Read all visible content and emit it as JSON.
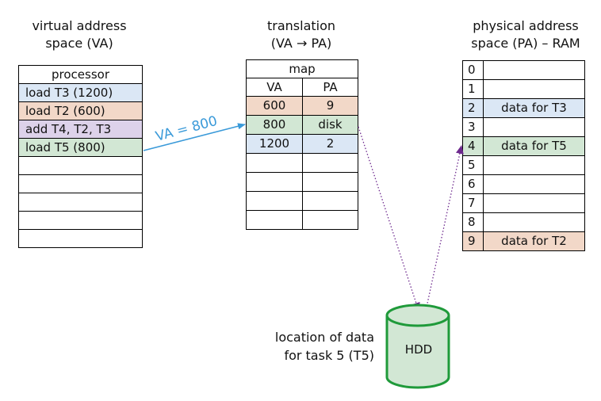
{
  "va": {
    "title_line1": "virtual address",
    "title_line2": "space (VA)",
    "header": "processor",
    "rows": [
      {
        "label": "load T3 (1200)",
        "color": "#dbe7f5"
      },
      {
        "label": "load T2 (600)",
        "color": "#f2d8c8"
      },
      {
        "label": "add T4, T2, T3",
        "color": "#ddd2ea"
      },
      {
        "label": "load T5 (800)",
        "color": "#d2e7d4"
      },
      {
        "label": "",
        "color": "#ffffff"
      },
      {
        "label": "",
        "color": "#ffffff"
      },
      {
        "label": "",
        "color": "#ffffff"
      },
      {
        "label": "",
        "color": "#ffffff"
      },
      {
        "label": "",
        "color": "#ffffff"
      }
    ]
  },
  "translation": {
    "title_line1": "translation",
    "title_line2": "(VA → PA)",
    "header": "map",
    "col_va": "VA",
    "col_pa": "PA",
    "rows": [
      {
        "va": "600",
        "pa": "9",
        "color": "#f2d8c8"
      },
      {
        "va": "800",
        "pa": "disk",
        "color": "#d2e7d4"
      },
      {
        "va": "1200",
        "pa": "2",
        "color": "#dbe7f5"
      },
      {
        "va": "",
        "pa": "",
        "color": "#ffffff"
      },
      {
        "va": "",
        "pa": "",
        "color": "#ffffff"
      },
      {
        "va": "",
        "pa": "",
        "color": "#ffffff"
      },
      {
        "va": "",
        "pa": "",
        "color": "#ffffff"
      }
    ]
  },
  "arrow_label": "VA = 800",
  "pa": {
    "title_line1": "physical address",
    "title_line2": "space (PA) – RAM",
    "rows": [
      {
        "addr": "0",
        "content": "",
        "color": "#ffffff"
      },
      {
        "addr": "1",
        "content": "",
        "color": "#ffffff"
      },
      {
        "addr": "2",
        "content": "data for T3",
        "color": "#dbe7f5"
      },
      {
        "addr": "3",
        "content": "",
        "color": "#ffffff"
      },
      {
        "addr": "4",
        "content": "data for T5",
        "color": "#d2e7d4"
      },
      {
        "addr": "5",
        "content": "",
        "color": "#ffffff"
      },
      {
        "addr": "6",
        "content": "",
        "color": "#ffffff"
      },
      {
        "addr": "7",
        "content": "",
        "color": "#ffffff"
      },
      {
        "addr": "8",
        "content": "",
        "color": "#ffffff"
      },
      {
        "addr": "9",
        "content": "data for T2",
        "color": "#f2d8c8"
      }
    ]
  },
  "hdd": {
    "label": "HDD",
    "note_line1": "location of data",
    "note_line2": "for task 5 (T5)"
  },
  "colors": {
    "arrow_blue": "#3a9ad9",
    "arrow_purple": "#6e2a8e",
    "hdd_fill": "#d2e7d4",
    "hdd_stroke": "#1f9a3a"
  }
}
